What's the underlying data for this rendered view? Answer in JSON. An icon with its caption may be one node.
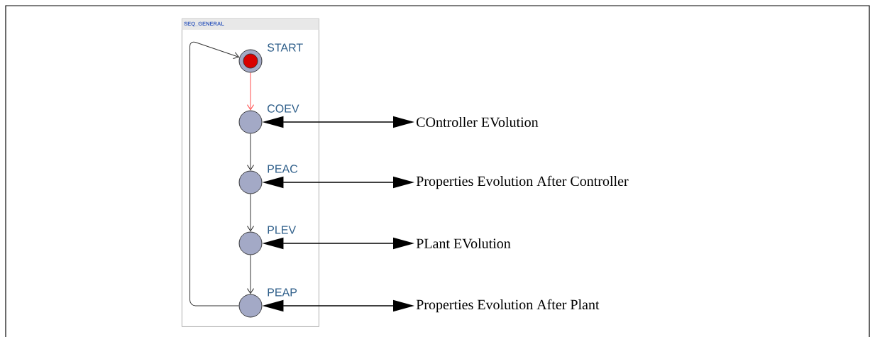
{
  "diagram": {
    "nodes": [
      {
        "text": [
          "SEQ_GENERAL"
        ]
      },
      {
        "text": [],
        "shape": "circle",
        "beside": [
          "START"
        ],
        "in": 0
      },
      {
        "text": [],
        "shape": "circle",
        "beside": [
          "COEV"
        ],
        "in": 0
      },
      {
        "text": [],
        "shape": "circle",
        "beside": [
          "PEAC"
        ],
        "in": 0
      },
      {
        "text": [],
        "shape": "circle",
        "beside": [
          "PLEV"
        ],
        "in": 0
      },
      {
        "text": [],
        "shape": "circle",
        "beside": [
          "PEAP"
        ],
        "in": 0
      },
      {
        "text": [
          "COntroller EVolution"
        ]
      },
      {
        "text": [
          "Properties Evolution After Controller"
        ]
      },
      {
        "text": [
          "PLant EVolution"
        ]
      },
      {
        "text": [
          "Properties Evolution After Plant"
        ]
      }
    ],
    "edges": [
      {
        "from": 1,
        "to": 2,
        "arrow": "to",
        "color": "#ff4d4d"
      },
      {
        "from": 2,
        "to": 3,
        "arrow": "to"
      },
      {
        "from": 3,
        "to": 4,
        "arrow": "to"
      },
      {
        "from": 4,
        "to": 5,
        "arrow": "to"
      },
      {
        "from": 5,
        "to": 1,
        "arrow": "to"
      },
      {
        "from": 2,
        "to": 6,
        "arrow": "both"
      },
      {
        "from": 3,
        "to": 7,
        "arrow": "both"
      },
      {
        "from": 4,
        "to": 8,
        "arrow": "both"
      },
      {
        "from": 5,
        "to": 9,
        "arrow": "both"
      }
    ]
  }
}
